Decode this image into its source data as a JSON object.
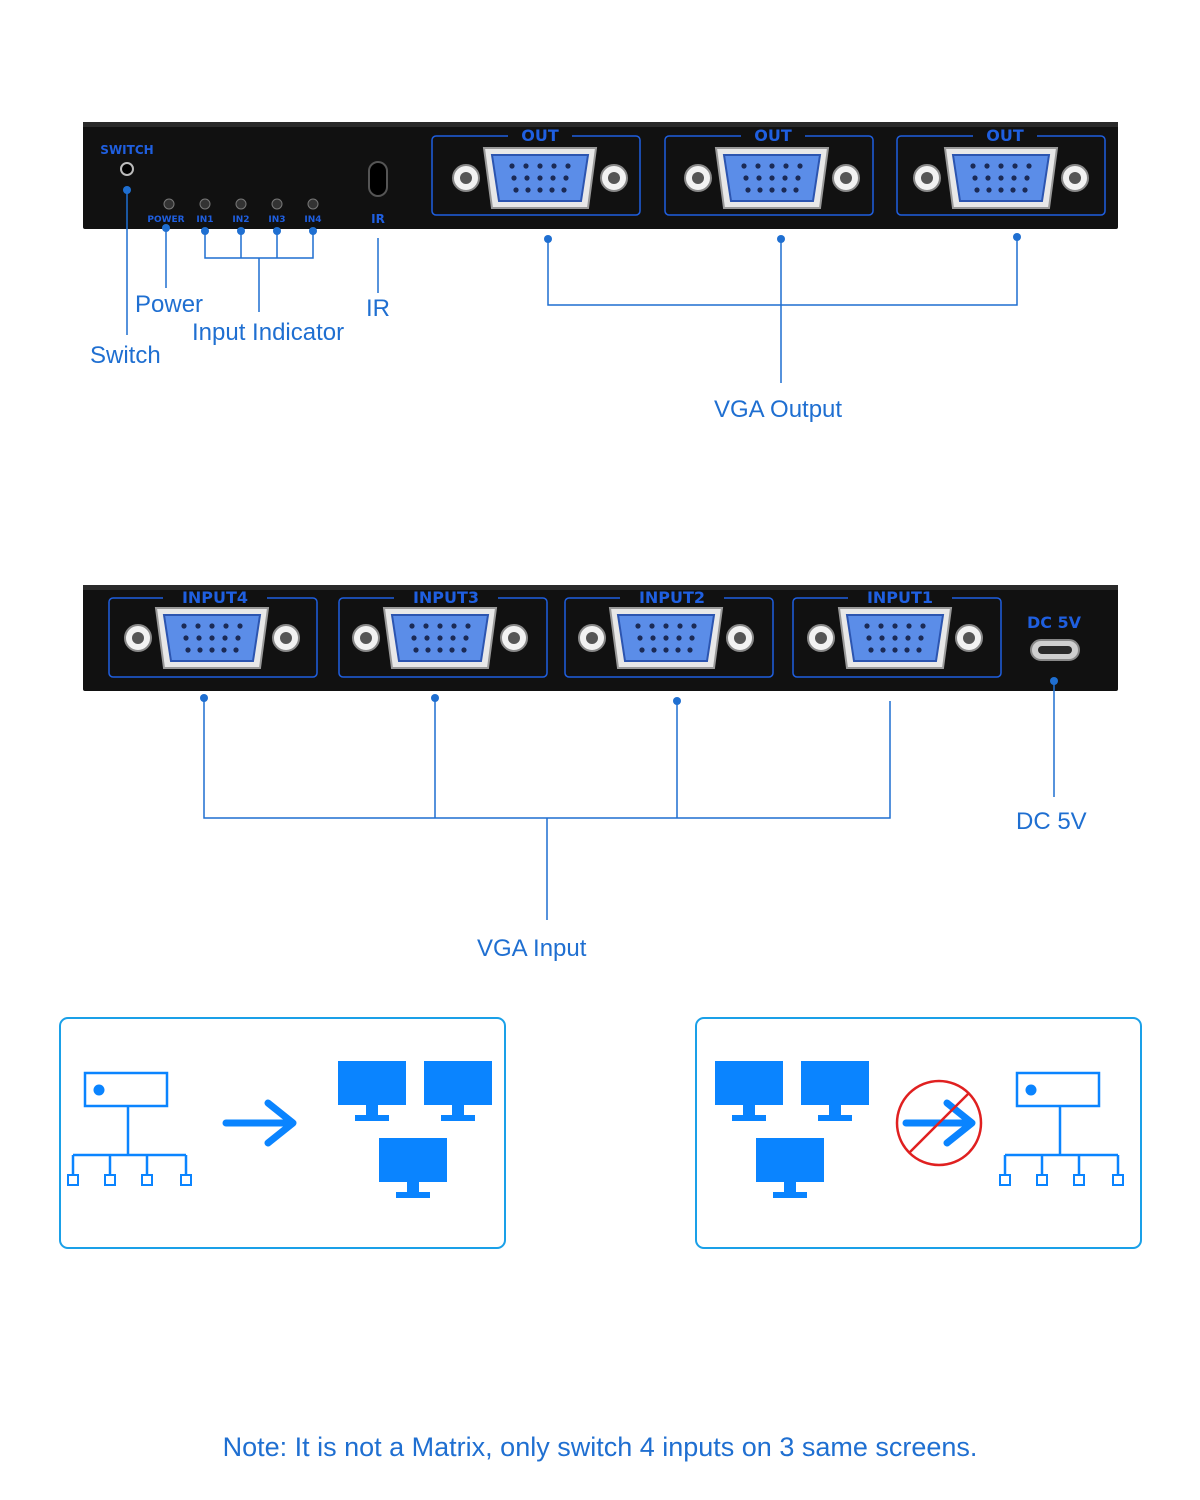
{
  "front_panel": {
    "switch_marking": "SWITCH",
    "led_markings": [
      "POWER",
      "IN1",
      "IN2",
      "IN3",
      "IN4"
    ],
    "ir_marking": "IR",
    "output_markings": [
      "OUT",
      "OUT",
      "OUT"
    ]
  },
  "front_callouts": {
    "switch": "Switch",
    "power": "Power",
    "input_indicator": "Input Indicator",
    "ir": "IR",
    "vga_output": "VGA Output"
  },
  "rear_panel": {
    "input_markings": [
      "INPUT4",
      "INPUT3",
      "INPUT2",
      "INPUT1"
    ],
    "dc_marking": "DC 5V"
  },
  "rear_callouts": {
    "vga_input": "VGA Input",
    "dc": "DC 5V"
  },
  "diagrams": {
    "supported_icons": [
      "switch-hub-icon",
      "arrow-right-icon",
      "monitor-icon",
      "monitor-icon",
      "monitor-icon"
    ],
    "unsupported_icons": [
      "monitor-icon",
      "monitor-icon",
      "monitor-icon",
      "prohibited-arrow-icon",
      "switch-hub-icon"
    ]
  },
  "note": "Note: It is not a Matrix, only switch 4 inputs on 3 same screens.",
  "colors": {
    "accent": "#1f6fd1",
    "icon_blue": "#0a84ff",
    "panel_black": "#111111",
    "connector_blue": "#5b8de8",
    "prohibit_red": "#e02020"
  }
}
